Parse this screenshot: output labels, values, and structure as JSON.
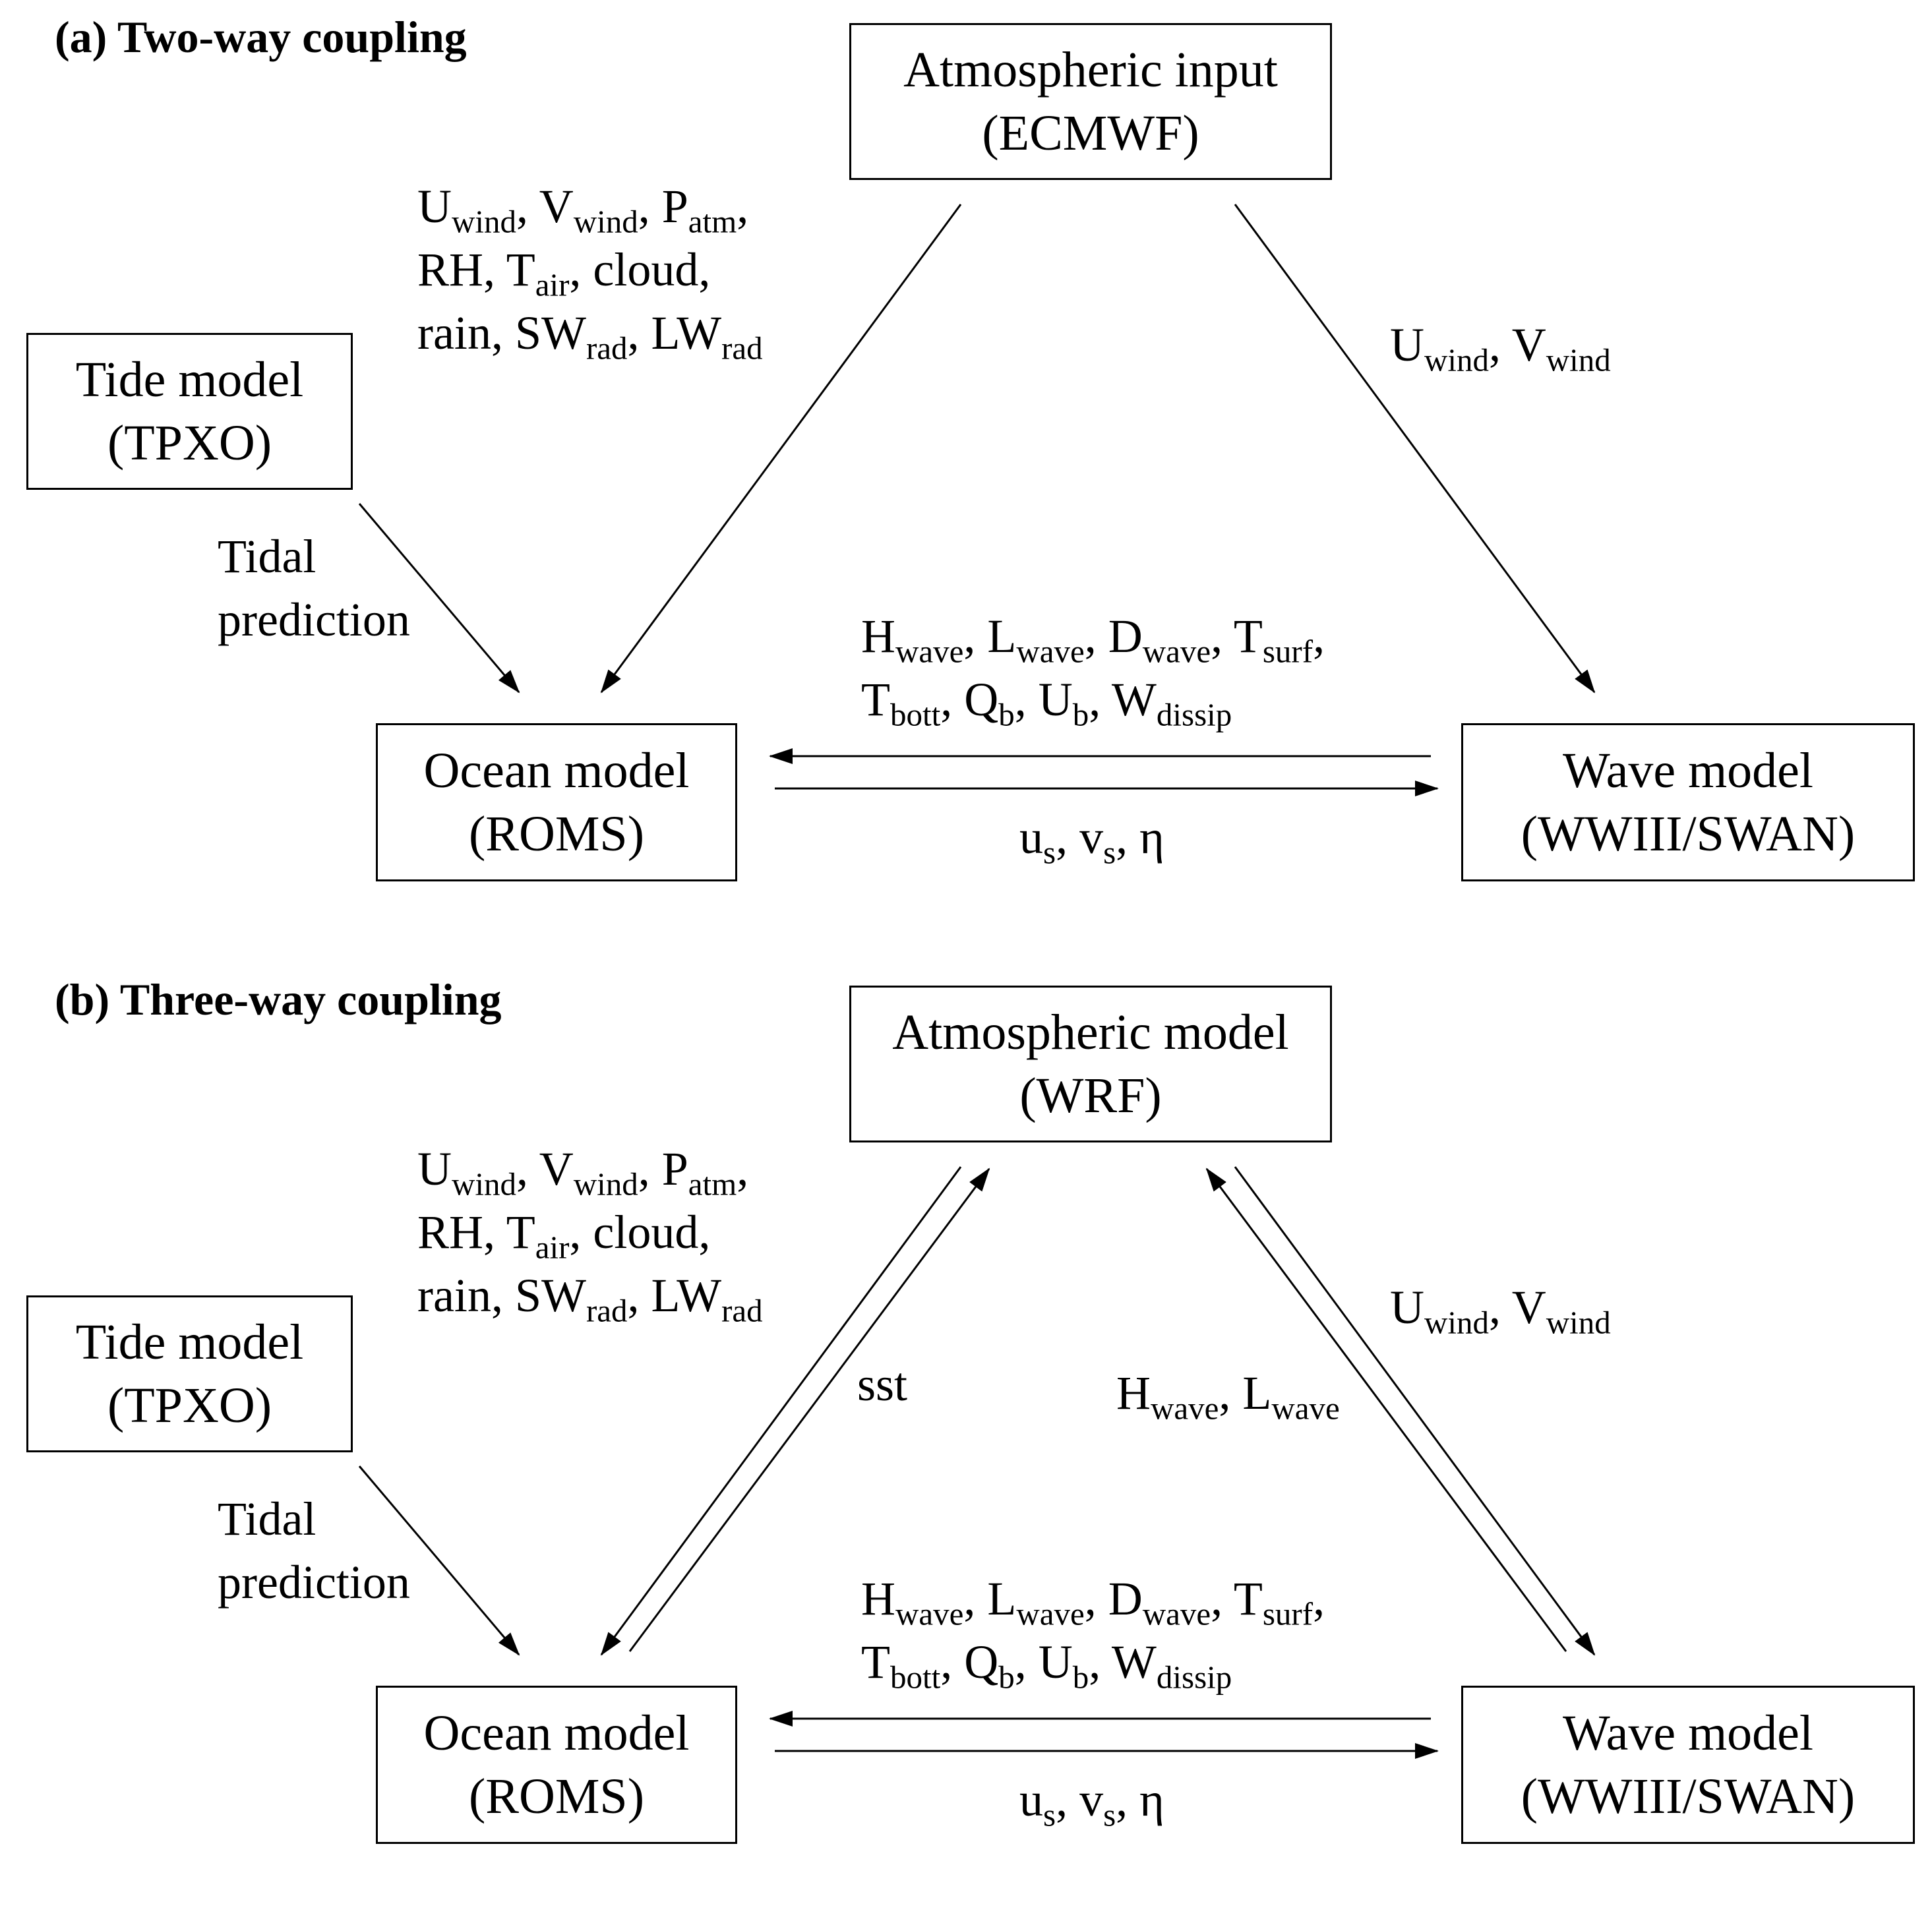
{
  "panels": {
    "a": {
      "title": "(a) Two-way coupling",
      "boxes": {
        "atmos": {
          "line1": "Atmospheric input",
          "line2": "(ECMWF)"
        },
        "tide": {
          "line1": "Tide model",
          "line2": "(TPXO)"
        },
        "ocean": {
          "line1": "Ocean model",
          "line2": "(ROMS)"
        },
        "wave": {
          "line1": "Wave model",
          "line2": "(WWIII/SWAN)"
        }
      },
      "labels": {
        "tidal": {
          "line1": "Tidal",
          "line2": "prediction"
        }
      }
    },
    "b": {
      "title": "(b) Three-way coupling",
      "boxes": {
        "atmos": {
          "line1": "Atmospheric model",
          "line2": "(WRF)"
        },
        "tide": {
          "line1": "Tide model",
          "line2": "(TPXO)"
        },
        "ocean": {
          "line1": "Ocean model",
          "line2": "(ROMS)"
        },
        "wave": {
          "line1": "Wave model",
          "line2": "(WWIII/SWAN)"
        }
      },
      "labels": {
        "tidal": {
          "line1": "Tidal",
          "line2": "prediction"
        },
        "sst": "sst"
      }
    }
  },
  "vars": {
    "U": "U",
    "V": "V",
    "P": "P",
    "RH": "RH",
    "T": "T",
    "cloud": "cloud",
    "rain": "rain",
    "SW": "SW",
    "LW": "LW",
    "H": "H",
    "L": "L",
    "D": "D",
    "Q": "Q",
    "W": "W",
    "u": "u",
    "v": "v",
    "eta": "η",
    "wind": "wind",
    "atm": "atm",
    "air": "air",
    "rad": "rad",
    "wave": "wave",
    "surf": "surf",
    "bott": "bott",
    "b": "b",
    "dissip": "dissip",
    "s": "s"
  }
}
